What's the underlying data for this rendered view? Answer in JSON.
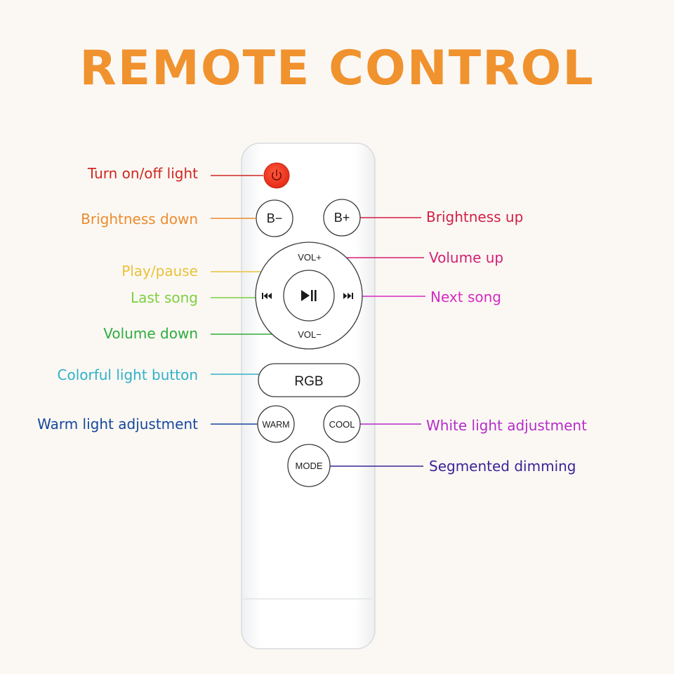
{
  "title": "REMOTE CONTROL",
  "buttons": {
    "b_minus": "B−",
    "b_plus": "B+",
    "vol_plus": "VOL+",
    "vol_minus": "VOL−",
    "rgb": "RGB",
    "warm": "WARM",
    "cool": "COOL",
    "mode": "MODE"
  },
  "labels": {
    "power": "Turn on/off light",
    "brightness_down": "Brightness down",
    "brightness_up": "Brightness up",
    "volume_up": "Volume up",
    "play_pause": "Play/pause",
    "last_song": "Last song",
    "next_song": "Next song",
    "volume_down": "Volume down",
    "colorful": "Colorful light button",
    "warm": "Warm light adjustment",
    "white": "White light adjustment",
    "segmented": "Segmented dimming"
  },
  "colors": {
    "title": "#f0922e",
    "power": "#d0271f",
    "brightness_down": "#ec8b2c",
    "brightness_up": "#d11f45",
    "volume_up": "#d51f73",
    "play_pause": "#e8c23a",
    "last_song": "#7fce3e",
    "next_song": "#d42ac0",
    "volume_down": "#2fac3d",
    "colorful": "#2eb1c8",
    "warm": "#16479b",
    "white": "#b42cc8",
    "segmented": "#3a2496"
  },
  "icons": [
    "power-icon",
    "previous-track-icon",
    "play-pause-icon",
    "next-track-icon"
  ]
}
